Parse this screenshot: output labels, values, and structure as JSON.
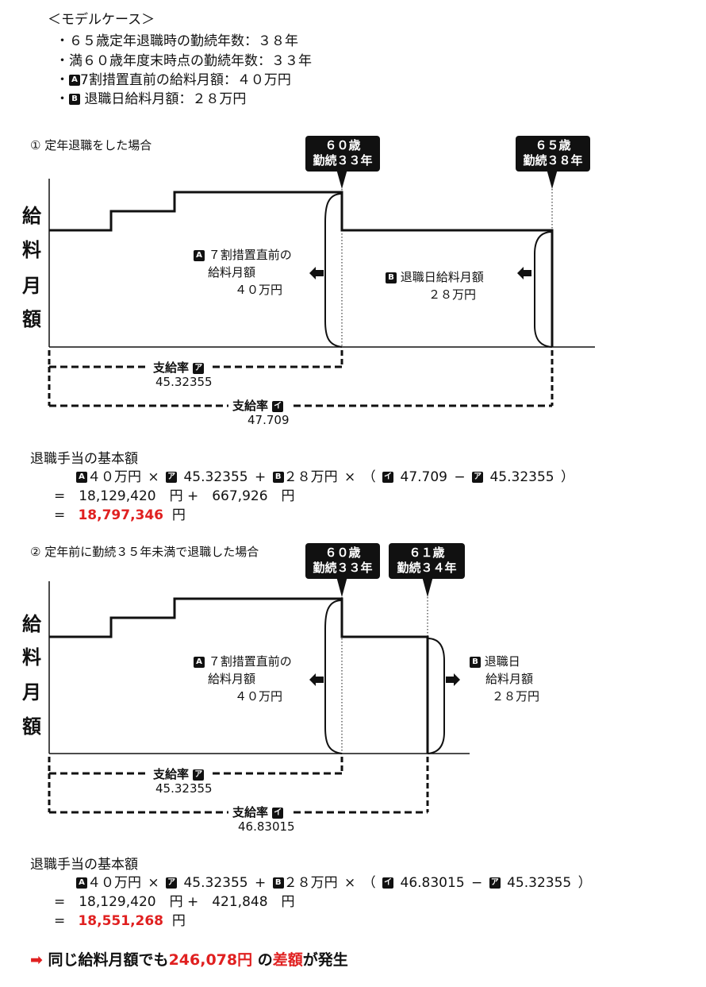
{
  "model_case": {
    "heading": "＜モデルケース＞",
    "lines": [
      "・６５歳定年退職時の勤続年数：３８年",
      "・満６０歳年度末時点の勤続年数：３３年",
      "7割措置直前の給料月額：４０万円",
      "退職日給料月額：２８万円"
    ],
    "badge_a": "A",
    "badge_b": "B"
  },
  "section1": {
    "title": "① 定年退職をした場合",
    "callout1": [
      "６０歳",
      "勤続３３年"
    ],
    "callout2": [
      "６５歳",
      "勤続３８年"
    ],
    "y_axis_chars": [
      "給",
      "料",
      "月",
      "額"
    ],
    "label_a": [
      "７割措置直前の",
      "給料月額",
      "４０万円"
    ],
    "label_b": [
      "退職日給料月額",
      "２８万円"
    ],
    "rate1_label": "支給率",
    "rate1_badge": "ア",
    "rate1_value": "45.32355",
    "rate2_label": "支給率",
    "rate2_badge": "イ",
    "rate2_value": "47.709",
    "calc_heading": "退職手当の基本額",
    "calc_line1_a": "４０万円 ×",
    "calc_line1_v1": "45.32355 +",
    "calc_line1_b": "２８万円 × （",
    "calc_line1_v2": "47.709 −",
    "calc_line1_v3": "45.32355 ）",
    "calc_line2": "=　18,129,420　円 +　667,926　円",
    "calc_line3_eq": "=",
    "calc_line3_total": "18,797,346",
    "calc_line3_unit": "円"
  },
  "section2": {
    "title": "② 定年前に勤続３５年未満で退職した場合",
    "callout1": [
      "６０歳",
      "勤続３３年"
    ],
    "callout2": [
      "６１歳",
      "勤続３４年"
    ],
    "y_axis_chars": [
      "給",
      "料",
      "月",
      "額"
    ],
    "label_a": [
      "７割措置直前の",
      "給料月額",
      "４０万円"
    ],
    "label_b": [
      "退職日",
      "給料月額",
      "２８万円"
    ],
    "rate1_label": "支給率",
    "rate1_badge": "ア",
    "rate1_value": "45.32355",
    "rate2_label": "支給率",
    "rate2_badge": "イ",
    "rate2_value": "46.83015",
    "calc_heading": "退職手当の基本額",
    "calc_line1_a": "４０万円 ×",
    "calc_line1_v1": "45.32355 +",
    "calc_line1_b": "２８万円 × （",
    "calc_line1_v2": "46.83015 −",
    "calc_line1_v3": "45.32355 ）",
    "calc_line2": "=　18,129,420　円 +　421,848　円",
    "calc_line3_eq": "=",
    "calc_line3_total": "18,551,268",
    "calc_line3_unit": "円"
  },
  "conclusion": {
    "arrow": "➡",
    "part1": "同じ給料月額でも",
    "amount": "246,078円",
    "part2": "の",
    "diff": "差額",
    "part3": "が発生"
  },
  "colors": {
    "accent_red": "#e02020",
    "arrow_red": "#e02020",
    "ink": "#111111"
  }
}
